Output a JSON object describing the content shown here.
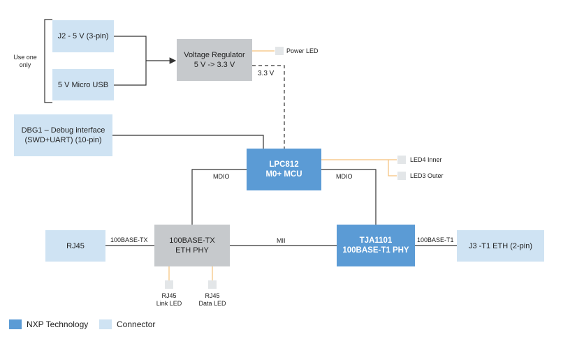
{
  "sources": {
    "j2": "J2 - 5 V (3-pin)",
    "usb": "5 V Micro USB",
    "note_line1": "Use one",
    "note_line2": "only"
  },
  "regulator": {
    "line1": "Voltage Regulator",
    "line2": "5 V -> 3.3 V"
  },
  "power_led": "Power LED",
  "rail_label": "3.3 V",
  "debug": {
    "line1": "DBG1 – Debug interface",
    "line2": "(SWD+UART) (10-pin)"
  },
  "mcu": {
    "line1": "LPC812",
    "line2": "M0+ MCU"
  },
  "leds": {
    "led4": "LED4 Inner",
    "led3": "LED3 Outer"
  },
  "mdio_left": "MDIO",
  "mdio_right": "MDIO",
  "rj45": "RJ45",
  "tx_label": "100BASE-TX",
  "eth_phy": {
    "line1": "100BASE-TX",
    "line2": "ETH PHY"
  },
  "mii": "MII",
  "tja": {
    "line1": "TJA1101",
    "line2": "100BASE-T1 PHY"
  },
  "t1_label": "100BASE-T1",
  "j3": "J3 -T1 ETH (2-pin)",
  "rj45_leds": {
    "link_line1": "RJ45",
    "link_line2": "Link LED",
    "data_line1": "RJ45",
    "data_line2": "Data LED"
  },
  "legend": {
    "nxp": "NXP Technology",
    "connector": "Connector",
    "nxp_color": "#5b9bd5",
    "connector_color": "#cfe3f3"
  },
  "colors": {
    "line": "#333333",
    "led_line": "#f5c07a",
    "led_box": "#e3e6e8"
  }
}
